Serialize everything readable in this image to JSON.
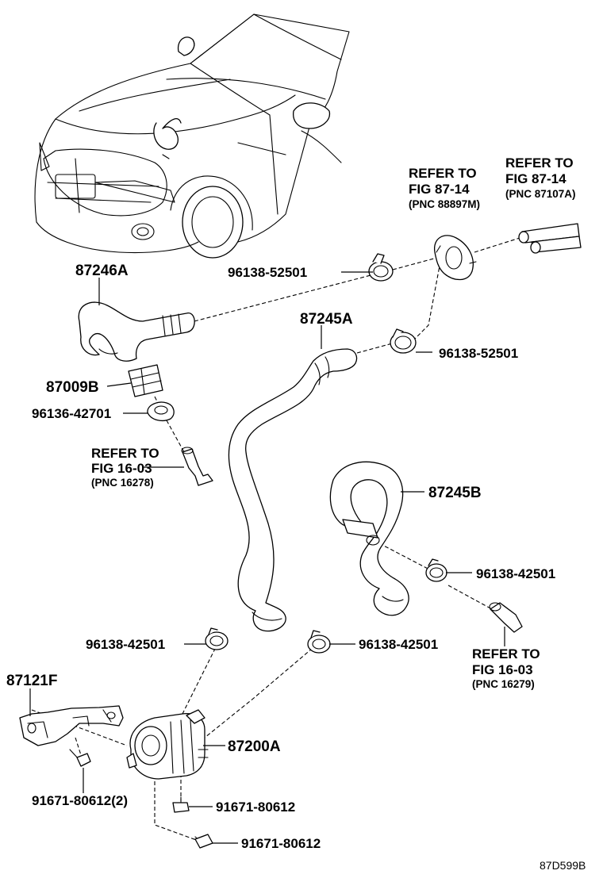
{
  "diagram": {
    "code": "87D599B",
    "parts": {
      "hose_87246a": "87246A",
      "grommet_87009b": "87009B",
      "clip_96136_42701": "96136-42701",
      "clamp_upper_left": "96138-52501",
      "hose_87245a": "87245A",
      "clamp_upper_right": "96138-52501",
      "hose_87245b": "87245B",
      "clamp_right": "96138-42501",
      "clamp_lower_left": "96138-42501",
      "clamp_lower_mid": "96138-42501",
      "bracket_87121f": "87121F",
      "pump_87200a": "87200A",
      "bolt_left": "91671-80612(2)",
      "bolt_mid": "91671-80612",
      "bolt_bottom": "91671-80612"
    },
    "refs": {
      "fig_87_14_a": {
        "line1": "REFER TO",
        "line2": "FIG 87-14",
        "pnc": "(PNC 88897M)"
      },
      "fig_87_14_b": {
        "line1": "REFER TO",
        "line2": "FIG 87-14",
        "pnc": "(PNC 87107A)"
      },
      "fig_16_03_a": {
        "line1": "REFER TO",
        "line2": "FIG 16-03",
        "pnc": "(PNC 16278)"
      },
      "fig_16_03_b": {
        "line1": "REFER TO",
        "line2": "FIG 16-03",
        "pnc": "(PNC 16279)"
      }
    }
  }
}
